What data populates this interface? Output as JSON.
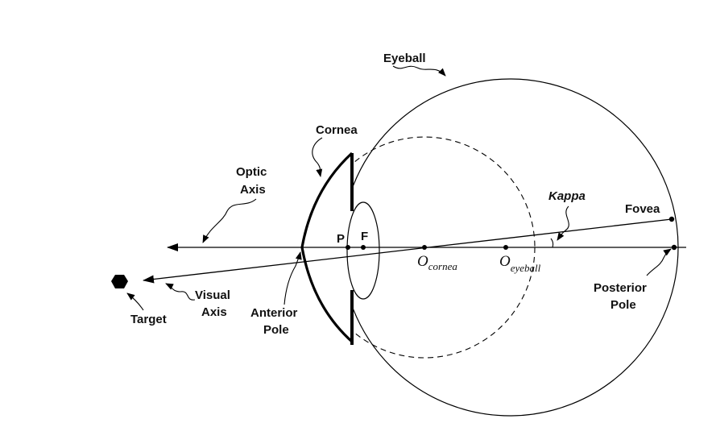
{
  "labels": {
    "eyeball": "Eyeball",
    "cornea": "Cornea",
    "optic_axis_line1": "Optic",
    "optic_axis_line2": "Axis",
    "kappa": "Kappa",
    "fovea": "Fovea",
    "p": "P",
    "f": "F",
    "o_cornea_main": "O",
    "o_cornea_sub": "cornea",
    "o_eyeball_main": "O",
    "o_eyeball_sub": "eyeball",
    "posterior_pole_line1": "Posterior",
    "posterior_pole_line2": "Pole",
    "visual_axis_line1": "Visual",
    "visual_axis_line2": "Axis",
    "anterior_pole_line1": "Anterior",
    "anterior_pole_line2": "Pole",
    "target": "Target"
  }
}
